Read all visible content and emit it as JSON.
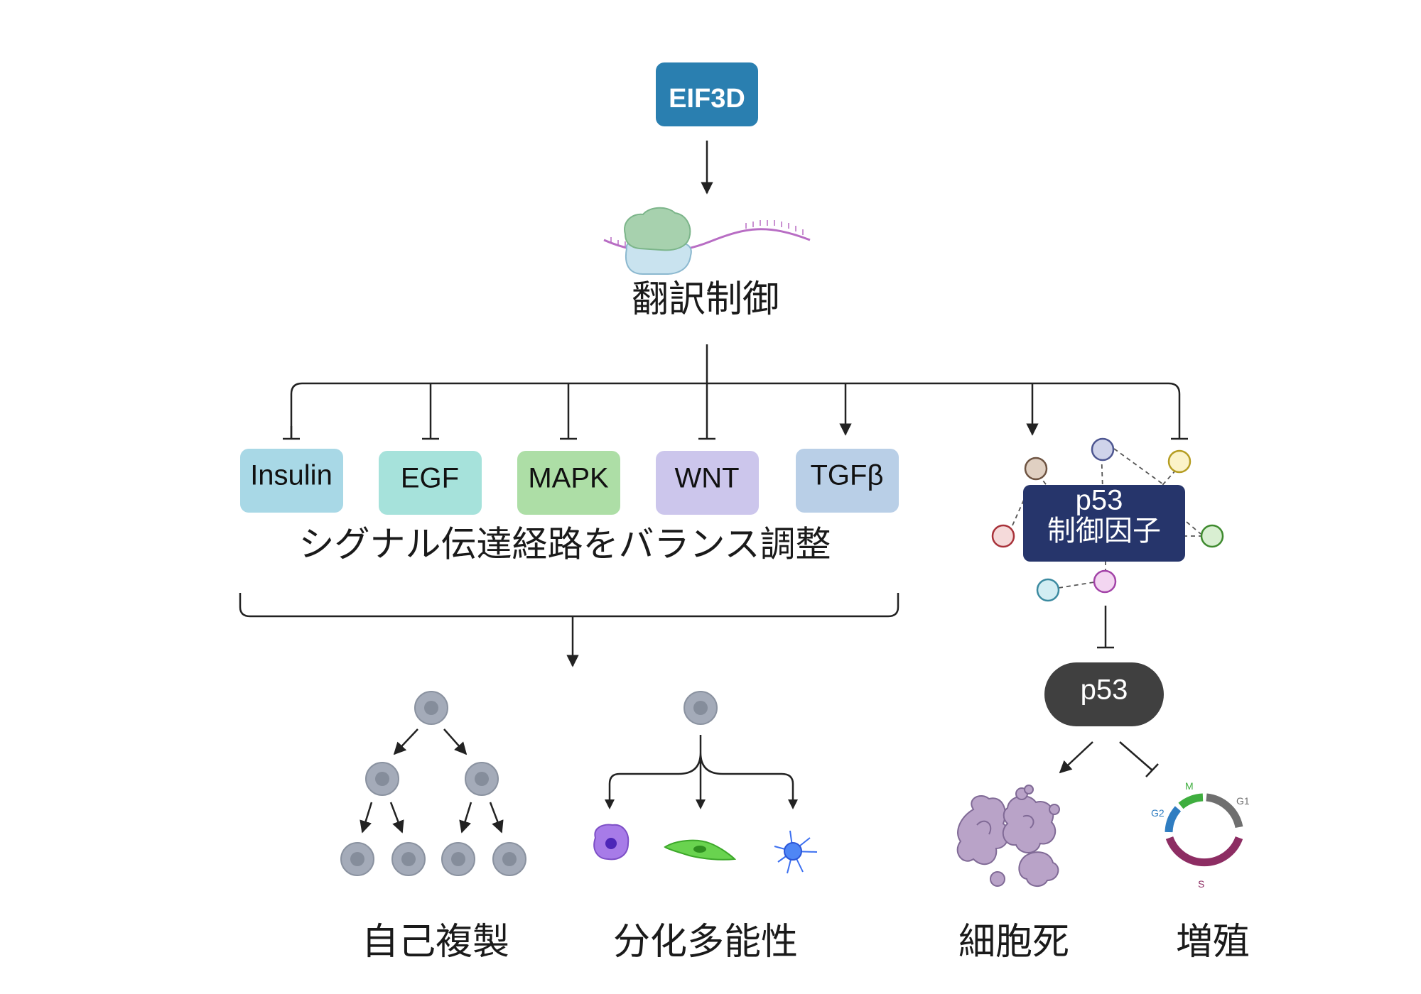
{
  "colors": {
    "eif3d": "#2a7fb0",
    "insulin": "#a8d8e6",
    "egf": "#a6e2db",
    "mapk": "#addea6",
    "wnt": "#ccc6ec",
    "tgfb": "#b9cfe7",
    "p53_regulators": "#26356b",
    "p53": "#404040",
    "cell": "#a4abb9",
    "nucleus": "#858d9b",
    "line": "#222222"
  },
  "nodes": {
    "eif3d": "EIF3D",
    "translation": "翻訳制御",
    "signaling_title": "シグナル伝達経路をバランス調整",
    "pathways": [
      "Insulin",
      "EGF",
      "MAPK",
      "WNT",
      "TGFβ"
    ],
    "p53_regulators_line1": "p53",
    "p53_regulators_line2": "制御因子",
    "p53": "p53"
  },
  "outcomes": {
    "self_renewal": "自己複製",
    "pluripotency": "分化多能性",
    "cell_death": "細胞死",
    "proliferation": "増殖"
  },
  "cell_cycle": {
    "phases": [
      "M",
      "G1",
      "S",
      "G2"
    ],
    "colors": {
      "M": "#3fae3f",
      "G1": "#6f6f6f",
      "S": "#8d2d63",
      "G2": "#2f7dc1"
    }
  },
  "edges": [
    {
      "from": "EIF3D",
      "to": "翻訳制御",
      "type": "activation"
    },
    {
      "from": "翻訳制御",
      "to": "Insulin",
      "type": "inhibition"
    },
    {
      "from": "翻訳制御",
      "to": "EGF",
      "type": "inhibition"
    },
    {
      "from": "翻訳制御",
      "to": "MAPK",
      "type": "inhibition"
    },
    {
      "from": "翻訳制御",
      "to": "WNT",
      "type": "inhibition"
    },
    {
      "from": "翻訳制御",
      "to": "TGFβ",
      "type": "activation"
    },
    {
      "from": "翻訳制御",
      "to": "p53 制御因子",
      "type": "activation"
    },
    {
      "from": "翻訳制御",
      "to": "p53 制御因子",
      "type": "inhibition"
    },
    {
      "from": "p53 制御因子",
      "to": "p53",
      "type": "inhibition"
    },
    {
      "from": "p53",
      "to": "細胞死",
      "type": "activation"
    },
    {
      "from": "p53",
      "to": "増殖",
      "type": "inhibition"
    }
  ]
}
